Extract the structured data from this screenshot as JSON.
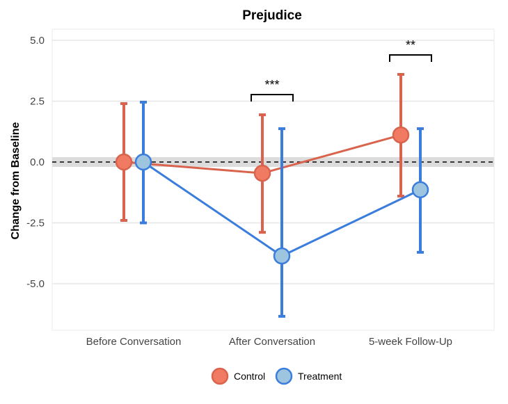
{
  "chart_data": {
    "type": "line",
    "title": "Prejudice",
    "xlabel": "",
    "ylabel": "Change from Baseline",
    "categories": [
      "Before Conversation",
      "After Conversation",
      "5-week Follow-Up"
    ],
    "ylim": [
      -6.9,
      5.45
    ],
    "yticks": [
      5.0,
      2.5,
      0.0,
      -2.5,
      -5.0
    ],
    "ytick_labels": [
      "5.0",
      "2.5",
      "0.0",
      "-2.5",
      "-5.0"
    ],
    "reference_line": 0,
    "reference_band": [
      -0.2,
      0.2
    ],
    "grid": true,
    "legend_position": "bottom",
    "series": [
      {
        "name": "Control",
        "fill": "#F07B62",
        "stroke": "#D9634C",
        "values": [
          0,
          -0.46,
          1.11
        ],
        "lower": [
          -2.4,
          -2.89,
          -1.4
        ],
        "upper": [
          2.4,
          1.94,
          3.6
        ]
      },
      {
        "name": "Treatment",
        "fill": "#9DC5E0",
        "stroke": "#3B7DDD",
        "values": [
          0,
          -3.86,
          -1.14
        ],
        "lower": [
          -2.5,
          -6.34,
          -3.71
        ],
        "upper": [
          2.46,
          1.37,
          1.37
        ]
      }
    ],
    "annotations": [
      {
        "category": 1,
        "label": "***",
        "y": 2.77
      },
      {
        "category": 2,
        "label": "**",
        "y": 4.4
      }
    ]
  }
}
